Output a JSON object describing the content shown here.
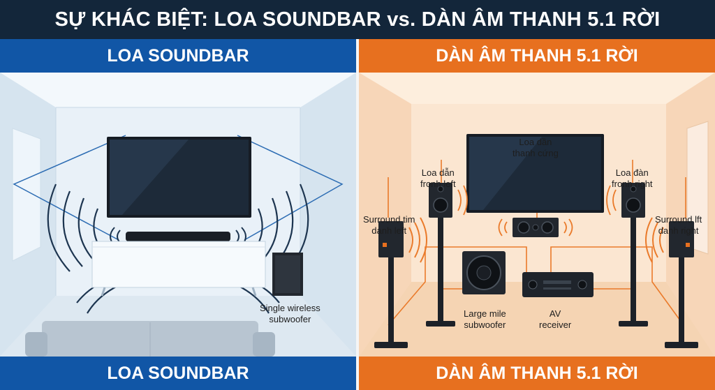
{
  "title": "SỰ KHÁC BIỆT: LOA SOUNDBAR vs. DÀN ÂM THANH 5.1 RỜI",
  "left_panel": {
    "header": "LOA SOUNDBAR",
    "footer": "LOA SOUNDBAR",
    "subwoofer_label_line1": "Single wireless",
    "subwoofer_label_line2": "subwoofer"
  },
  "right_panel": {
    "header": "DÀN ÂM THANH 5.1 RỜI",
    "footer": "DÀN ÂM THANH 5.1 RỜI",
    "labels": {
      "center_line1": "Loa dần",
      "center_line2": "thanh cứng",
      "front_left_line1": "Loa dẫn",
      "front_left_line2": "fronh left",
      "front_right_line1": "Loa đàn",
      "front_right_line2": "fronh right",
      "surround_left_line1": "Surround tim",
      "surround_left_line2": "danh left",
      "surround_right_line1": "Surround lft",
      "surround_right_line2": "danh right",
      "subwoofer_line1": "Large mile",
      "subwoofer_line2": "subwoofer",
      "receiver_line1": "AV",
      "receiver_line2": "receiver"
    }
  },
  "colors": {
    "title_bg": "#13263a",
    "left_accent": "#1156a6",
    "right_accent": "#e7701f"
  }
}
